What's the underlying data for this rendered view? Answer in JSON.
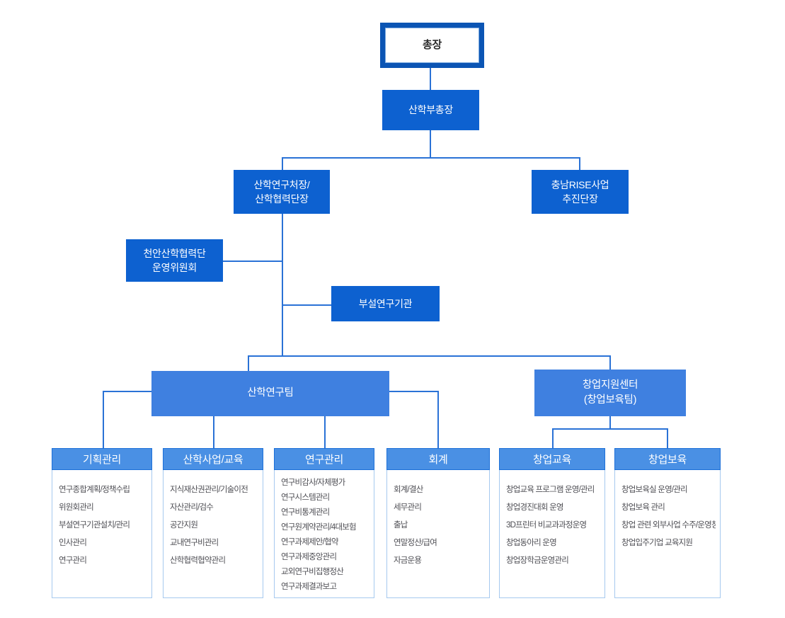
{
  "colors": {
    "frame_dark": "#0b55b4",
    "box_primary": "#0d61d0",
    "box_secondary": "#3f80e0",
    "header_fill": "#4a90e4",
    "header_border": "#1d70d8",
    "card_border": "#a6c9ef",
    "connector_line": "#2a72d6",
    "list_text": "#4f4f55"
  },
  "nodes": {
    "president": {
      "label": "총장"
    },
    "vice_president": {
      "label": "산학부총장"
    },
    "research_office_head": {
      "line1": "산학연구처장/",
      "line2": "산학협력단장"
    },
    "rise_project": {
      "line1": "충남RISE사업",
      "line2": "추진단장"
    },
    "cheonan_committee": {
      "line1": "천안산학협력단",
      "line2": "운영위원회"
    },
    "affiliated_research_institute": {
      "label": "부설연구기관"
    },
    "research_team": {
      "label": "산학연구팀"
    },
    "startup_support_center": {
      "line1": "창업지원센터",
      "line2": "(창업보육팀)"
    }
  },
  "departments": [
    {
      "title": "기획관리",
      "items": [
        "연구종합계획/정책수립",
        "위원회관리",
        "부설연구기관설치/관리",
        "인사관리",
        "연구관리"
      ]
    },
    {
      "title": "산학사업/교육",
      "items": [
        "지식재산권관리/기술이전",
        "자산관리/검수",
        "공간지원",
        "교내연구비관리",
        "산학협력협약관리"
      ]
    },
    {
      "title": "연구관리",
      "items": [
        "연구비감사/자체평가",
        "연구시스템관리",
        "연구비통계관리",
        "연구원계약관리/4대보험",
        "연구과제제안/협약",
        "연구과제중앙관리",
        "교외연구비집행정산",
        "연구과제결과보고"
      ]
    },
    {
      "title": "회계",
      "items": [
        "회계/결산",
        "세무관리",
        "출납",
        "연말정산/급여",
        "자금운용"
      ]
    },
    {
      "title": "창업교육",
      "items": [
        "창업교육 프로그램 운영/관리",
        "창업경진대회 운영",
        "3D프린터 비교과과정운영",
        "창업동아리 운영",
        "창업장학금운영관리"
      ]
    },
    {
      "title": "창업보육",
      "items": [
        "창업보육실 운영/관리",
        "창업보육 관리",
        "창업 관련 외부사업 수주/운영창",
        "창업입주기업 교육지원"
      ]
    }
  ]
}
